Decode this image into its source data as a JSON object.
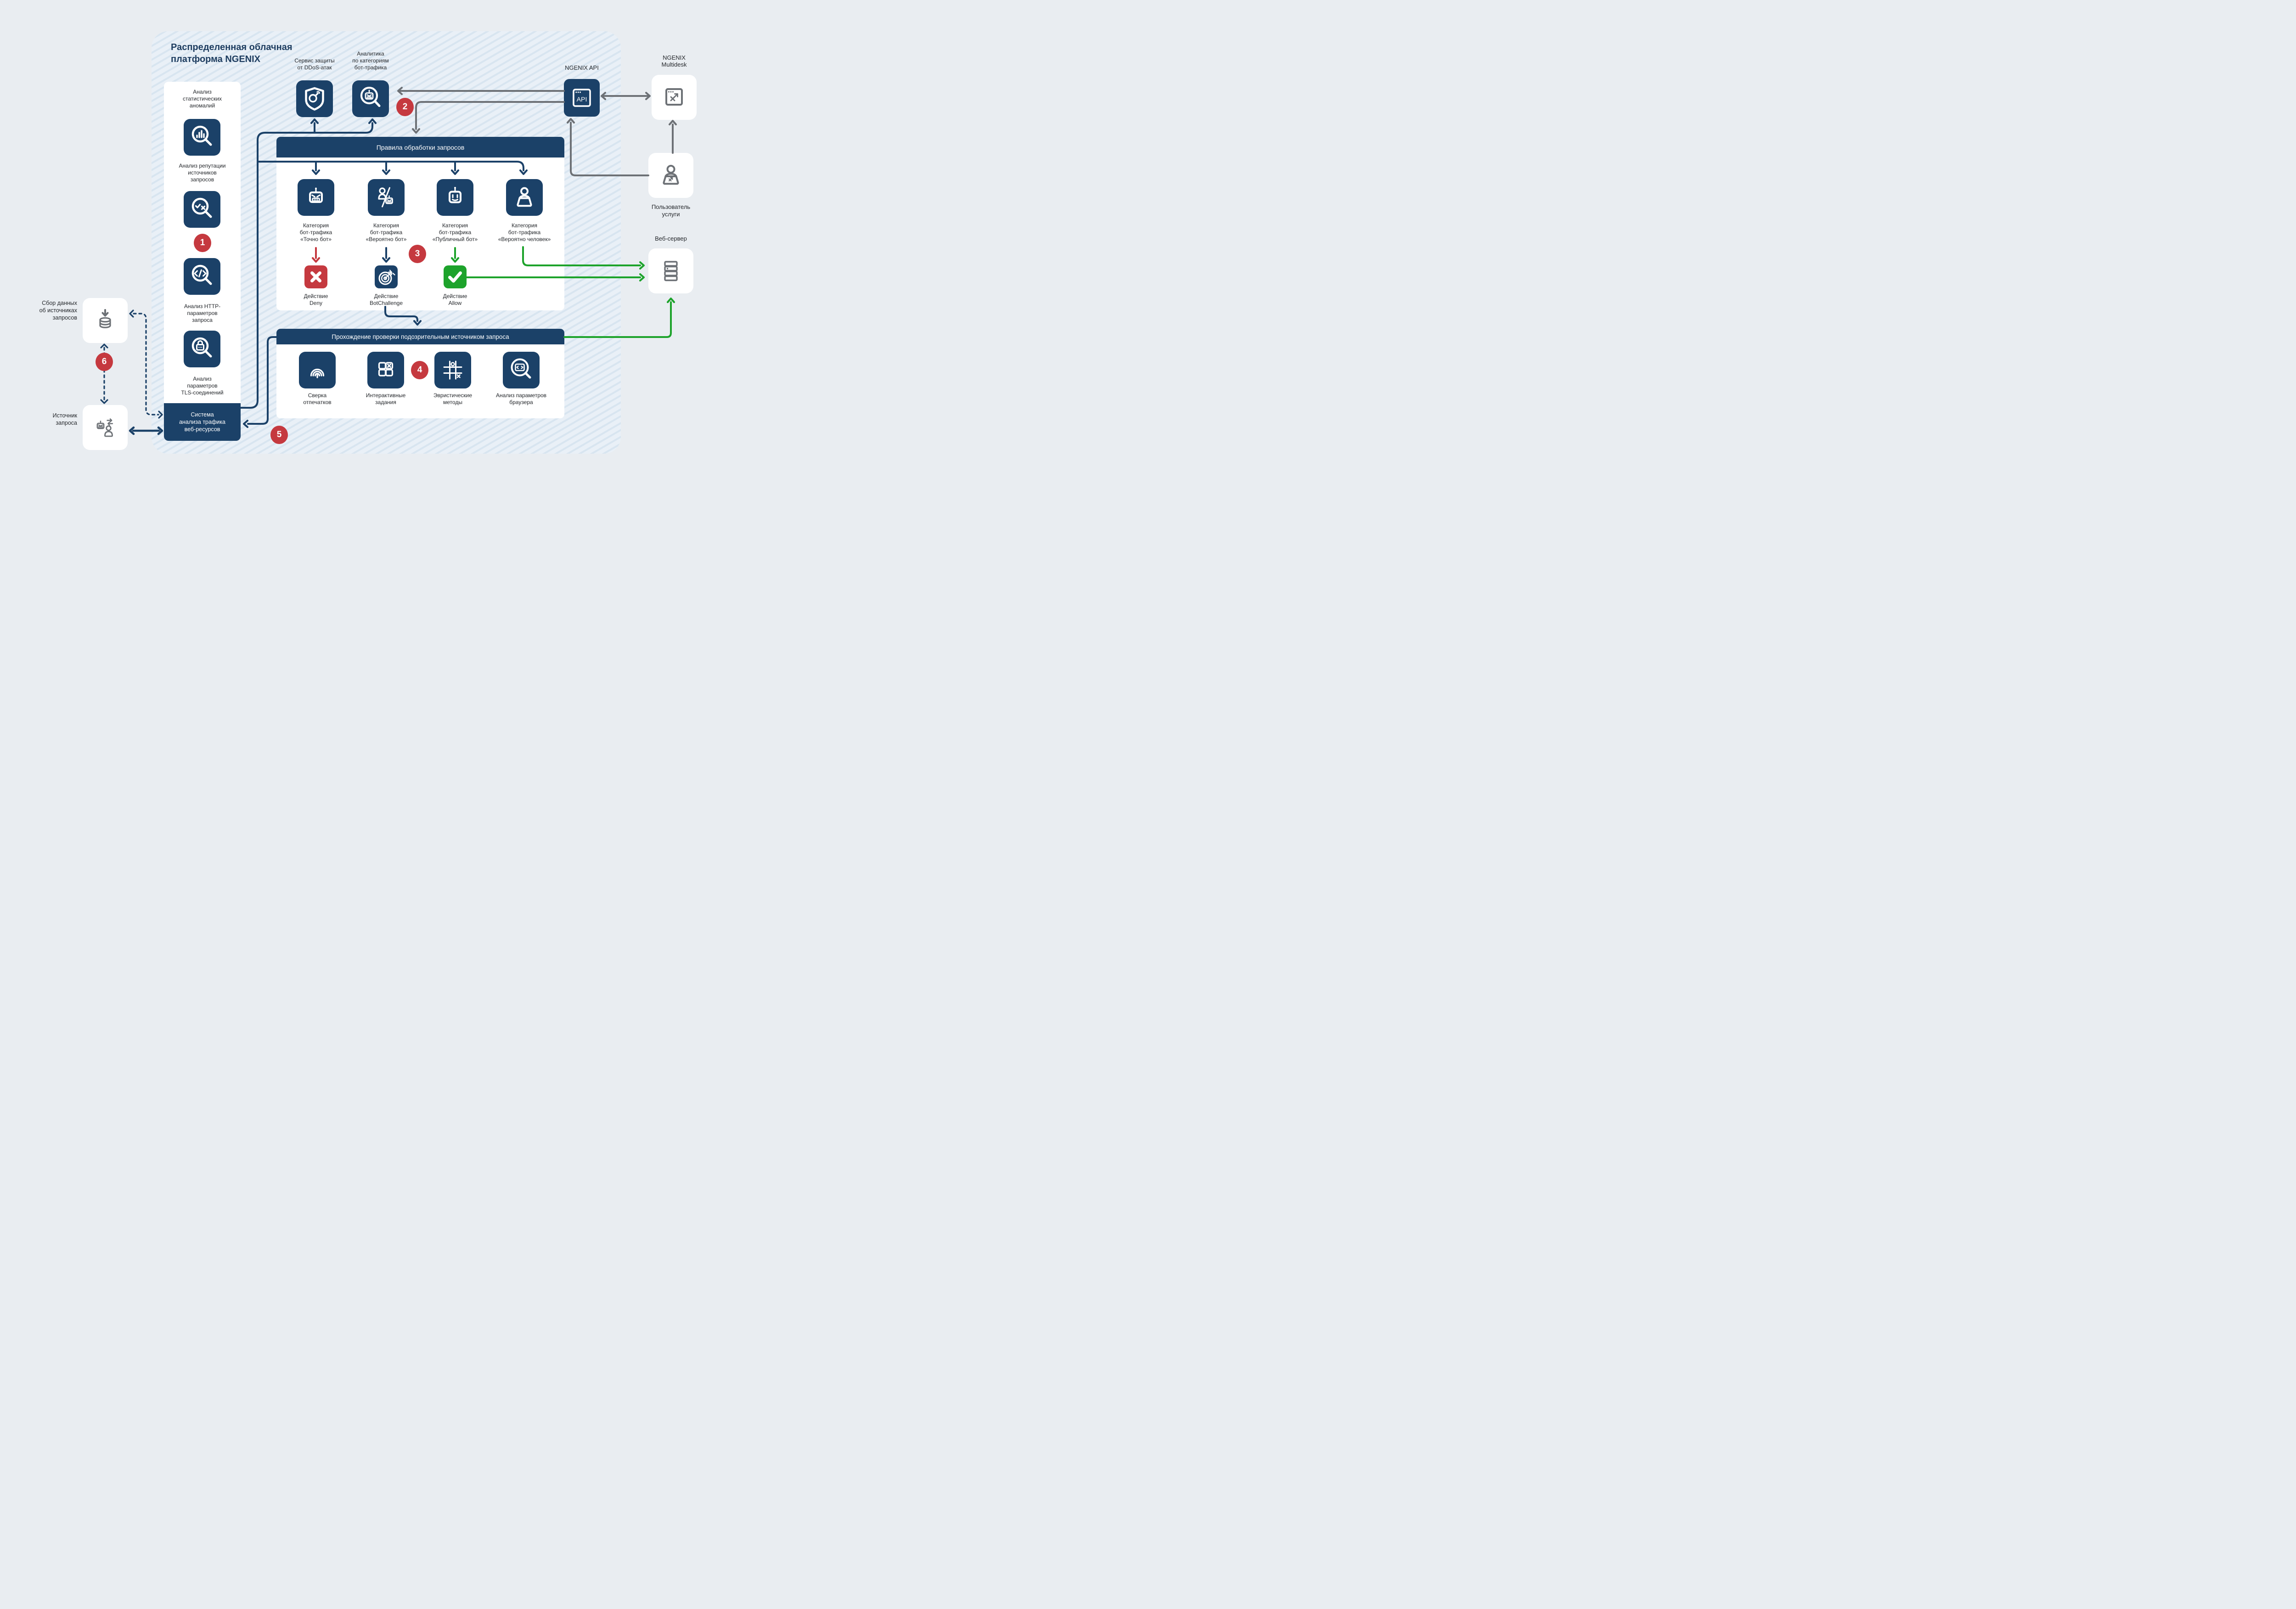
{
  "title": "Распределенная облачная\nплатформа NGENIX",
  "colors": {
    "navy": "#1b4168",
    "red": "#c5393f",
    "green": "#1da32b",
    "gray": "#6d7176"
  },
  "steps": [
    "1",
    "2",
    "3",
    "4",
    "5",
    "6"
  ],
  "analysis": {
    "items": [
      {
        "label": "Анализ\nстатистических\nаномалий"
      },
      {
        "label": "Анализ репутации\nисточников\nзапросов"
      },
      {
        "label": "Анализ HTTP-\nпараметров\nзапроса"
      },
      {
        "label": "Анализ\nпараметров\nTLS-соединений"
      }
    ],
    "system": "Система\nанализа трафика\nвеб-ресурсов"
  },
  "services": {
    "ddos": "Сервис защиты\nот DDoS-атак",
    "analytics": "Аналитика\nпо категориям\nбот-трафика",
    "api": "NGENIX API",
    "api_text": "API",
    "multidesk": "NGENIX\nMultidesk"
  },
  "actors": {
    "user": "Пользователь\nуслуги",
    "server": "Веб-сервер",
    "collect": "Сбор данных\nоб источниках\nзапросов",
    "source": "Источник\nзапроса"
  },
  "rules": {
    "title": "Правила обработки запросов",
    "categories": [
      {
        "label": "Категория\nбот-трафика\n«Точно бот»"
      },
      {
        "label": "Категория\nбот-трафика\n«Вероятно бот»"
      },
      {
        "label": "Категория\nбот-трафика\n«Публичный бот»"
      },
      {
        "label": "Категория\nбот-трафика\n«Вероятно человек»"
      }
    ],
    "actions": [
      {
        "label": "Действие\nDeny"
      },
      {
        "label": "Действие\nBotChallenge"
      },
      {
        "label": "Действие\nAllow"
      }
    ]
  },
  "check": {
    "title": "Прохождение проверки подозрительным источником запроса",
    "methods": [
      {
        "label": "Сверка\nотпечатков"
      },
      {
        "label": "Интерактивные\nзадания"
      },
      {
        "label": "Эвристические\nметоды"
      },
      {
        "label": "Анализ параметров\nбраузера"
      }
    ]
  }
}
